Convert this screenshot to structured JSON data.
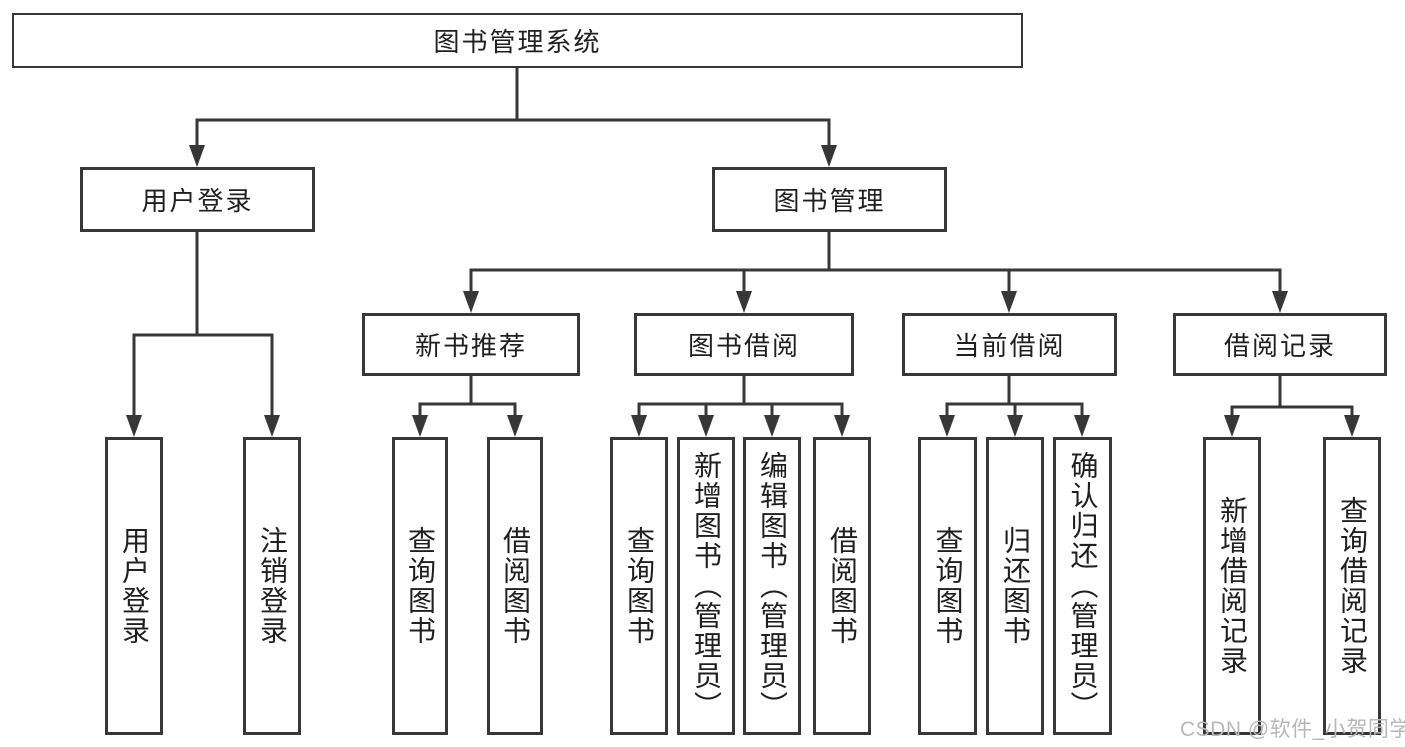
{
  "diagram": {
    "root": "图书管理系统",
    "modules": [
      {
        "label": "用户登录",
        "children": [
          "用户登录",
          "注销登录"
        ]
      },
      {
        "label": "图书管理",
        "submodules": [
          {
            "label": "新书推荐",
            "children": [
              "查询图书",
              "借阅图书"
            ]
          },
          {
            "label": "图书借阅",
            "children": [
              "查询图书",
              "新增图书（管理员）",
              "编辑图书（管理员）",
              "借阅图书"
            ]
          },
          {
            "label": "当前借阅",
            "children": [
              "查询图书",
              "归还图书",
              "确认归还（管理员）"
            ]
          },
          {
            "label": "借阅记录",
            "children": [
              "新增借阅记录",
              "查询借阅记录"
            ]
          }
        ]
      }
    ]
  },
  "watermark": {
    "text": "CSDN @软件_小贺同学"
  },
  "colors": {
    "line": "#373737",
    "box_border": "#373737",
    "text": "#1f1f1f",
    "background": "#ffffff",
    "watermark": "#b7b7b7"
  }
}
